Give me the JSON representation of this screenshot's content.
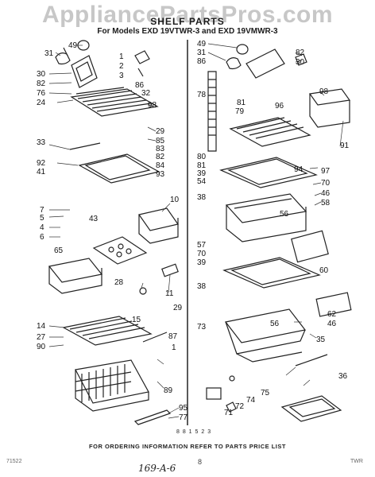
{
  "watermark": "AppliancePartsPros.com",
  "title": "SHELF PARTS",
  "subtitle": "For Models EXD 19VTWR-3 and EXD 19VMWR-3",
  "footer": {
    "ordering_note": "FOR ORDERING INFORMATION REFER TO PARTS PRICE LIST",
    "diagram_code": "8 8 1 5 2 3",
    "page_marker": "8",
    "left_code": "71522",
    "right_code": "TWR",
    "handwritten_code": "169-A-6"
  },
  "callouts": {
    "left": [
      "49",
      "31",
      "1",
      "2",
      "3",
      "30",
      "82",
      "76",
      "86",
      "32",
      "24",
      "98",
      "29",
      "85",
      "33",
      "83",
      "82",
      "84",
      "92",
      "41",
      "93",
      "10",
      "7",
      "5",
      "43",
      "4",
      "6",
      "65",
      "28",
      "11",
      "29",
      "14",
      "27",
      "15",
      "90",
      "87",
      "1",
      "89",
      "95",
      "77"
    ],
    "right": [
      "49",
      "31",
      "86",
      "82",
      "30",
      "78",
      "96",
      "81",
      "79",
      "98",
      "91",
      "80",
      "81",
      "39",
      "54",
      "97",
      "94",
      "70",
      "38",
      "46",
      "58",
      "56",
      "57",
      "70",
      "39",
      "60",
      "38",
      "62",
      "56",
      "46",
      "73",
      "35",
      "36",
      "75",
      "74",
      "72",
      "71"
    ]
  }
}
